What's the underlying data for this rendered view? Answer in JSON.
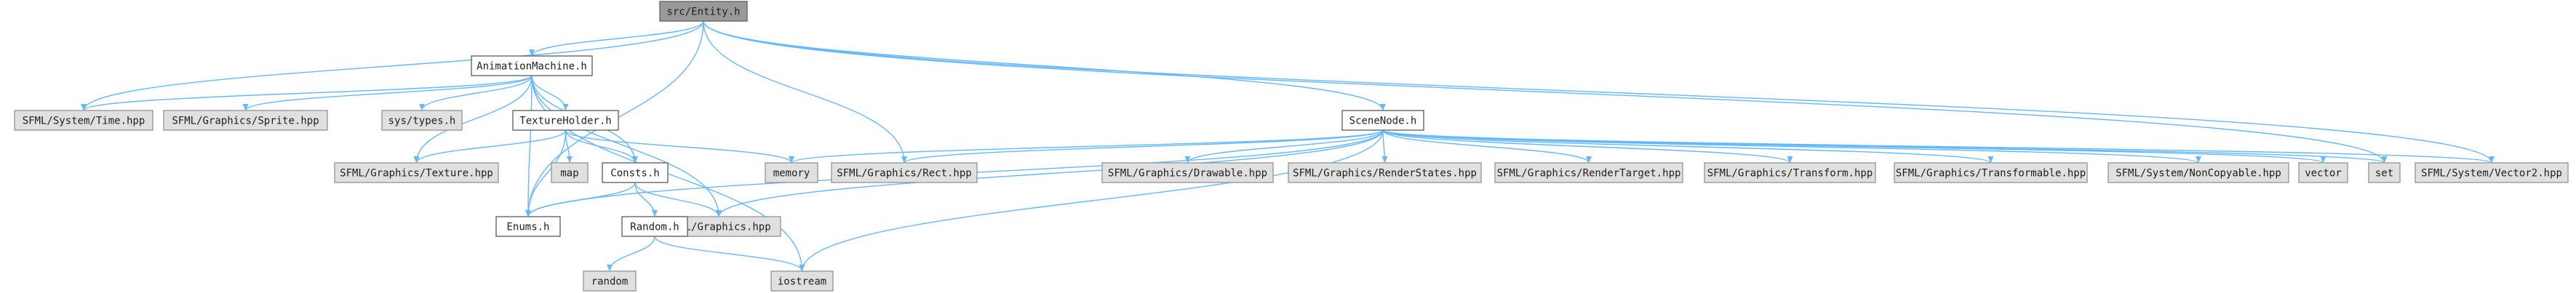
{
  "graph": {
    "colors": {
      "edge": "#63b8ff",
      "root_fill": "#999999",
      "root_stroke": "#666666",
      "internal_fill": "#ffffff",
      "internal_stroke": "#666666",
      "external_fill": "#e0e0e0",
      "external_stroke": "#999999"
    },
    "nodes": [
      {
        "id": "entity",
        "label": "src/Entity.h",
        "kind": "root",
        "interactable": true
      },
      {
        "id": "animation",
        "label": "AnimationMachine.h",
        "kind": "internal",
        "interactable": true
      },
      {
        "id": "scenenode",
        "label": "SceneNode.h",
        "kind": "internal",
        "interactable": true
      },
      {
        "id": "sfml_time",
        "label": "SFML/System/Time.hpp",
        "kind": "external",
        "interactable": false
      },
      {
        "id": "sfml_sprite",
        "label": "SFML/Graphics/Sprite.hpp",
        "kind": "external",
        "interactable": false
      },
      {
        "id": "sys_types",
        "label": "sys/types.h",
        "kind": "external",
        "interactable": false
      },
      {
        "id": "textureholder",
        "label": "TextureHolder.h",
        "kind": "internal",
        "interactable": true
      },
      {
        "id": "sfml_texture",
        "label": "SFML/Graphics/Texture.hpp",
        "kind": "external",
        "interactable": false
      },
      {
        "id": "map",
        "label": "map",
        "kind": "external",
        "interactable": false
      },
      {
        "id": "consts",
        "label": "Consts.h",
        "kind": "internal",
        "interactable": true
      },
      {
        "id": "memory",
        "label": "memory",
        "kind": "external",
        "interactable": false
      },
      {
        "id": "sfml_rect",
        "label": "SFML/Graphics/Rect.hpp",
        "kind": "external",
        "interactable": false
      },
      {
        "id": "sfml_drawable",
        "label": "SFML/Graphics/Drawable.hpp",
        "kind": "external",
        "interactable": false
      },
      {
        "id": "sfml_renderstates",
        "label": "SFML/Graphics/RenderStates.hpp",
        "kind": "external",
        "interactable": false
      },
      {
        "id": "sfml_rendertarget",
        "label": "SFML/Graphics/RenderTarget.hpp",
        "kind": "external",
        "interactable": false
      },
      {
        "id": "sfml_transform",
        "label": "SFML/Graphics/Transform.hpp",
        "kind": "external",
        "interactable": false
      },
      {
        "id": "sfml_transformable",
        "label": "SFML/Graphics/Transformable.hpp",
        "kind": "external",
        "interactable": false
      },
      {
        "id": "sfml_noncopyable",
        "label": "SFML/System/NonCopyable.hpp",
        "kind": "external",
        "interactable": false
      },
      {
        "id": "vector",
        "label": "vector",
        "kind": "external",
        "interactable": false
      },
      {
        "id": "set",
        "label": "set",
        "kind": "external",
        "interactable": false
      },
      {
        "id": "sfml_vector2",
        "label": "SFML/System/Vector2.hpp",
        "kind": "external",
        "interactable": false
      },
      {
        "id": "enums",
        "label": "Enums.h",
        "kind": "internal",
        "interactable": true
      },
      {
        "id": "sfml_graphics",
        "label": "SFML/Graphics.hpp",
        "kind": "external",
        "interactable": false
      },
      {
        "id": "random_h",
        "label": "Random.h",
        "kind": "internal",
        "interactable": true
      },
      {
        "id": "iostream",
        "label": "iostream",
        "kind": "external",
        "interactable": false
      },
      {
        "id": "random",
        "label": "random",
        "kind": "external",
        "interactable": false
      }
    ],
    "edges": [
      {
        "from": "entity",
        "to": "animation"
      },
      {
        "from": "entity",
        "to": "sfml_time"
      },
      {
        "from": "entity",
        "to": "enums"
      },
      {
        "from": "entity",
        "to": "scenenode"
      },
      {
        "from": "entity",
        "to": "sfml_rect"
      },
      {
        "from": "entity",
        "to": "set"
      },
      {
        "from": "entity",
        "to": "sfml_vector2"
      },
      {
        "from": "animation",
        "to": "sfml_time"
      },
      {
        "from": "animation",
        "to": "sfml_sprite"
      },
      {
        "from": "animation",
        "to": "sys_types"
      },
      {
        "from": "animation",
        "to": "textureholder"
      },
      {
        "from": "animation",
        "to": "sfml_texture"
      },
      {
        "from": "animation",
        "to": "consts"
      },
      {
        "from": "animation",
        "to": "enums"
      },
      {
        "from": "animation",
        "to": "sfml_graphics"
      },
      {
        "from": "animation",
        "to": "iostream"
      },
      {
        "from": "textureholder",
        "to": "sfml_texture"
      },
      {
        "from": "textureholder",
        "to": "map"
      },
      {
        "from": "textureholder",
        "to": "memory"
      },
      {
        "from": "textureholder",
        "to": "consts"
      },
      {
        "from": "textureholder",
        "to": "enums"
      },
      {
        "from": "consts",
        "to": "enums"
      },
      {
        "from": "consts",
        "to": "random_h"
      },
      {
        "from": "consts",
        "to": "sfml_graphics"
      },
      {
        "from": "random_h",
        "to": "random"
      },
      {
        "from": "random_h",
        "to": "iostream"
      },
      {
        "from": "scenenode",
        "to": "memory"
      },
      {
        "from": "scenenode",
        "to": "sfml_rect"
      },
      {
        "from": "scenenode",
        "to": "sfml_drawable"
      },
      {
        "from": "scenenode",
        "to": "sfml_renderstates"
      },
      {
        "from": "scenenode",
        "to": "sfml_rendertarget"
      },
      {
        "from": "scenenode",
        "to": "sfml_transform"
      },
      {
        "from": "scenenode",
        "to": "sfml_transformable"
      },
      {
        "from": "scenenode",
        "to": "sfml_noncopyable"
      },
      {
        "from": "scenenode",
        "to": "vector"
      },
      {
        "from": "scenenode",
        "to": "set"
      },
      {
        "from": "scenenode",
        "to": "sfml_vector2"
      },
      {
        "from": "scenenode",
        "to": "enums"
      },
      {
        "from": "scenenode",
        "to": "sfml_graphics"
      },
      {
        "from": "scenenode",
        "to": "iostream"
      }
    ]
  }
}
